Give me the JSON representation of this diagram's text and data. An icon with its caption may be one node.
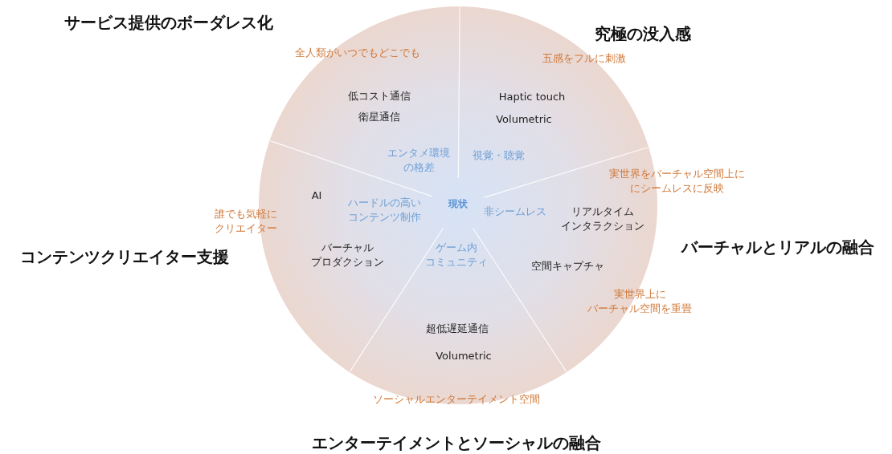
{
  "diagram": {
    "nodes": [
      {
        "text": [
          "現状"
        ]
      }
    ],
    "labels": [
      "サービス提供のボーダレス化",
      "究極の没入感",
      "全人類がいつでもどこでも",
      "五感をフルに刺激",
      "低コスト通信",
      "Haptic touch",
      "衛星通信",
      "Volumetric",
      "エンタメ環境の格差",
      "視覚・聴覚",
      "実世界をバーチャル空間上ににシームレスに反映",
      "AI",
      "誰でも気軽にクリエイター",
      "ハードルの高いコンテンツ制作",
      "非シームレス",
      "リアルタイムインタラクション",
      "コンテンツクリエイター支援",
      "バーチャルプロダクション",
      "ゲーム内コミュニティ",
      "バーチャルとリアルの融合",
      "空間キャプチャ",
      "実世界上にバーチャル空間を重畳",
      "超低遅延通信",
      "Volumetric",
      "ソーシャルエンターテイメント空間",
      "エンターテイメントとソーシャルの融合"
    ]
  }
}
